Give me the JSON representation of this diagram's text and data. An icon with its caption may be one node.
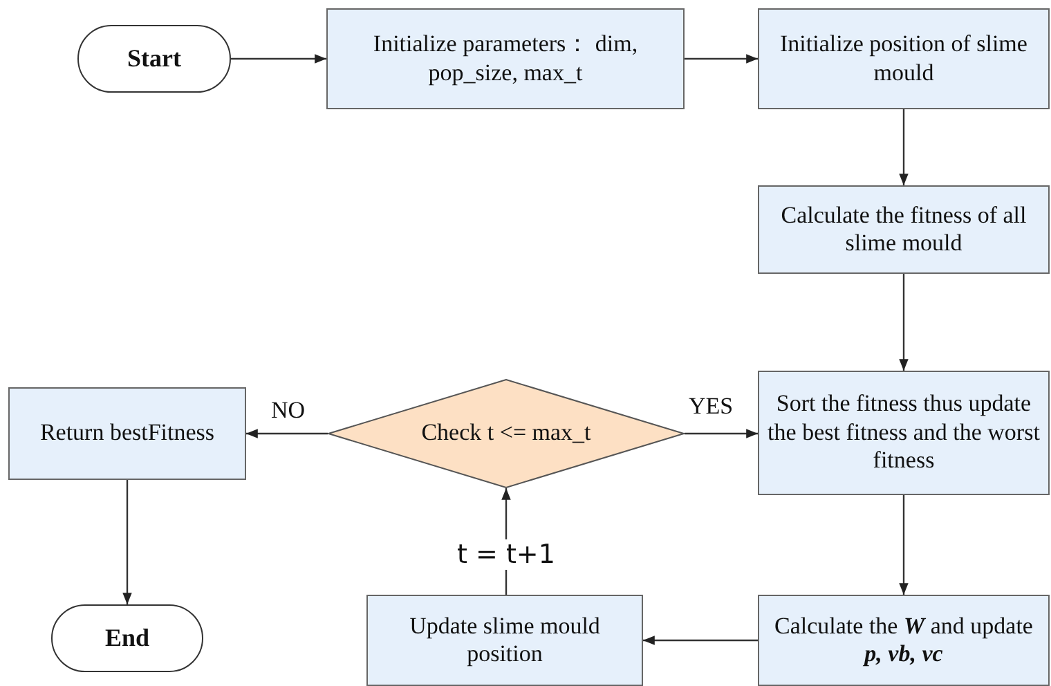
{
  "diagram": {
    "nodes": [
      {
        "text": [
          "Start"
        ]
      },
      {
        "text": [
          "Initialize parameters： dim, pop_size, max_t"
        ]
      },
      {
        "text": [
          "Initialize position of slime mould"
        ]
      },
      {
        "text": [
          "Calculate the fitness of all slime mould"
        ]
      },
      {
        "text": [
          "Sort the fitness thus update the best fitness and the worst fitness"
        ]
      },
      {
        "text": [
          "Check t <= max_t"
        ]
      },
      {
        "text": [
          "Return bestFitness"
        ]
      },
      {
        "text": [
          "End"
        ]
      },
      {
        "text": [
          "Calculate the **W** and update **p, vb, vc**"
        ]
      },
      {
        "text": [
          "Update slime mould position"
        ]
      }
    ],
    "edges": [
      {
        "from": 0,
        "to": 1,
        "arrow": "to"
      },
      {
        "from": 1,
        "to": 2,
        "arrow": "to"
      },
      {
        "from": 2,
        "to": 3,
        "arrow": "to"
      },
      {
        "from": 3,
        "to": 4,
        "arrow": "to"
      },
      {
        "from": 4,
        "to": 8,
        "arrow": "to"
      },
      {
        "from": 8,
        "to": 9,
        "arrow": "to"
      },
      {
        "from": 9,
        "to": 5,
        "arrow": "to",
        "label": "t = t+1"
      },
      {
        "from": 5,
        "to": 4,
        "arrow": "to",
        "label": "YES"
      },
      {
        "from": 5,
        "to": 6,
        "arrow": "to",
        "label": "NO"
      },
      {
        "from": 6,
        "to": 7,
        "arrow": "to"
      }
    ]
  }
}
